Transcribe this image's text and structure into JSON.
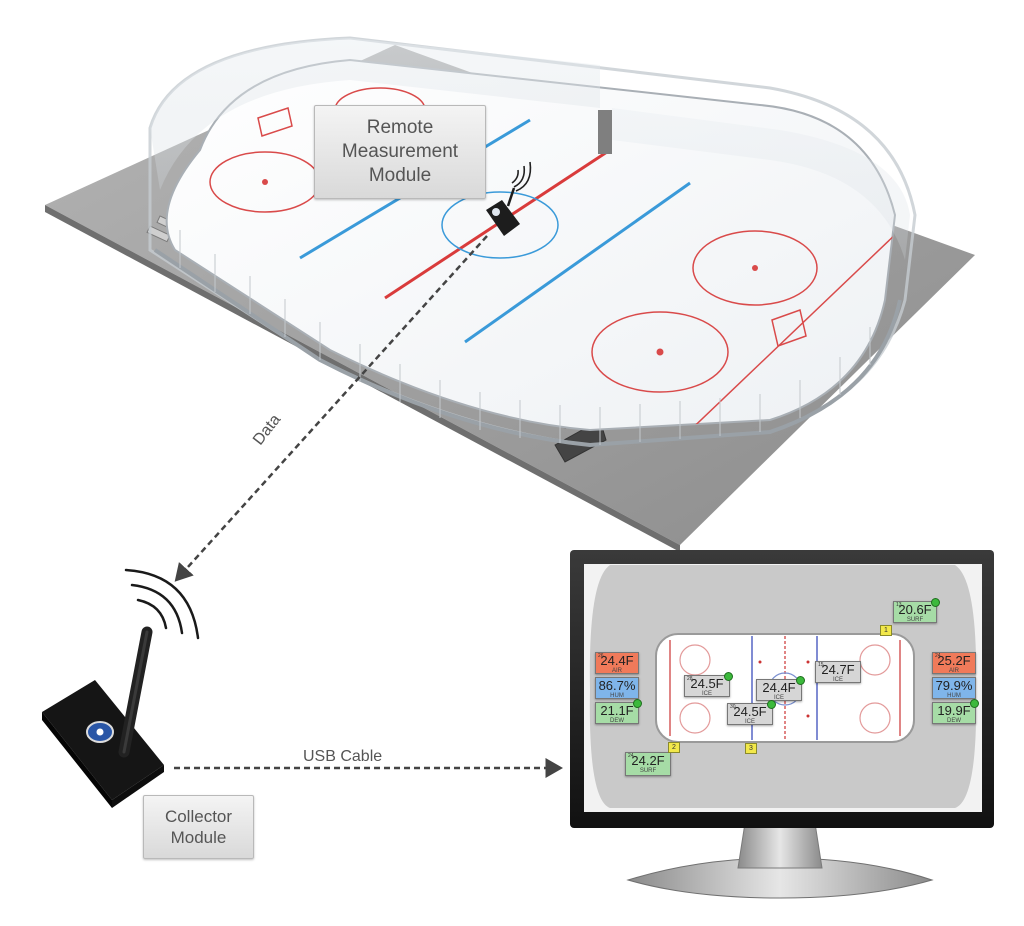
{
  "labels": {
    "remote_module": [
      "Remote",
      "Measurement",
      "Module"
    ],
    "data_link": "Data",
    "usb_cable": "USB Cable",
    "collector_module": [
      "Collector",
      "Module"
    ]
  },
  "monitor_sensors": [
    {
      "id": "13",
      "value": "20.6F",
      "sub": "SURF",
      "color": "#a6dca6"
    },
    {
      "id": "26",
      "value": "24.4F",
      "sub": "AIR",
      "color": "#f07a5a"
    },
    {
      "id": "",
      "value": "86.7%",
      "sub": "HUM",
      "color": "#7fb5ea"
    },
    {
      "id": "",
      "value": "21.1F",
      "sub": "DEW",
      "color": "#a6dca6"
    },
    {
      "id": "28",
      "value": "24.5F",
      "sub": "ICE",
      "color": "#d6d6d6"
    },
    {
      "id": "",
      "value": "24.4F",
      "sub": "ICE",
      "color": "#d6d6d6"
    },
    {
      "id": "15",
      "value": "24.7F",
      "sub": "ICE",
      "color": "#d6d6d6"
    },
    {
      "id": "30",
      "value": "24.5F",
      "sub": "ICE",
      "color": "#d6d6d6"
    },
    {
      "id": "24",
      "value": "25.2F",
      "sub": "AIR",
      "color": "#f07a5a"
    },
    {
      "id": "",
      "value": "79.9%",
      "sub": "HUM",
      "color": "#7fb5ea"
    },
    {
      "id": "",
      "value": "19.9F",
      "sub": "DEW",
      "color": "#a6dca6"
    },
    {
      "id": "24",
      "value": "24.2F",
      "sub": "SURF",
      "color": "#a6dca6"
    }
  ],
  "monitor_tags": [
    "1",
    "2",
    "3"
  ]
}
